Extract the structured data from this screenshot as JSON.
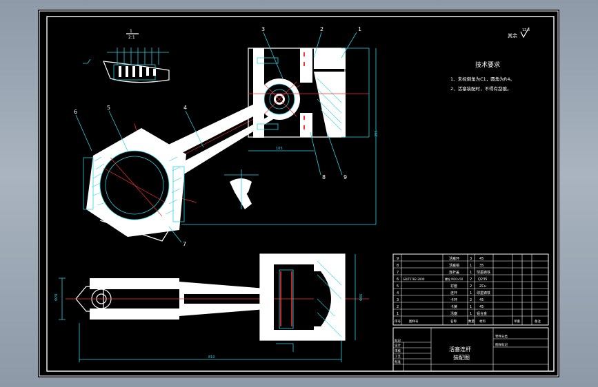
{
  "drawing": {
    "title": "活塞连杆\n装配图",
    "roughness_note": "其余",
    "roughness_value": "12.5",
    "tech_heading": "技术要求",
    "tech_notes": [
      "1、未标倒角为C1，圆角为R4。",
      "2、活塞装配时，不得有刮痕。"
    ],
    "scale_top": "1",
    "scale_bottom": "2:1"
  },
  "callouts": [
    "1",
    "2",
    "3",
    "4",
    "5",
    "6",
    "7",
    "8",
    "9"
  ],
  "bom": {
    "rows": [
      [
        "9",
        "",
        "活塞环",
        "3",
        "45",
        "",
        "",
        ""
      ],
      [
        "8",
        "",
        "活塞销",
        "1",
        "35",
        "",
        "",
        ""
      ],
      [
        "7",
        "",
        "连杆盖",
        "1",
        "球墨铸铁",
        "",
        "",
        ""
      ],
      [
        "6",
        "GB/T5782-2000",
        "螺栓 M10×50",
        "2",
        "Q235",
        "",
        "",
        ""
      ],
      [
        "5",
        "",
        "衬套",
        "2",
        "ZCu",
        "",
        "",
        ""
      ],
      [
        "4",
        "",
        "连杆",
        "1",
        "球墨铸铁",
        "",
        "",
        ""
      ],
      [
        "3",
        "",
        "卡环",
        "2",
        "45",
        "",
        "",
        ""
      ],
      [
        "2",
        "",
        "卡簧",
        "1",
        "45",
        "",
        "",
        ""
      ],
      [
        "1",
        "",
        "活塞",
        "1",
        "铝合金",
        "",
        "",
        ""
      ]
    ],
    "header": [
      "序号",
      "图样号",
      "名称",
      "数量",
      "材料",
      "",
      "单重",
      "备注"
    ]
  },
  "title_block": {
    "labels": [
      "标记",
      "设计",
      "审核",
      "工艺",
      "批准"
    ],
    "right_labels": [
      "零件分类",
      "图样标记"
    ]
  },
  "dimensions": {
    "bottom_length": "810",
    "left_dim": "Φ28",
    "right_dim": "Φ86",
    "height_dim": "395",
    "width_top": "105"
  }
}
